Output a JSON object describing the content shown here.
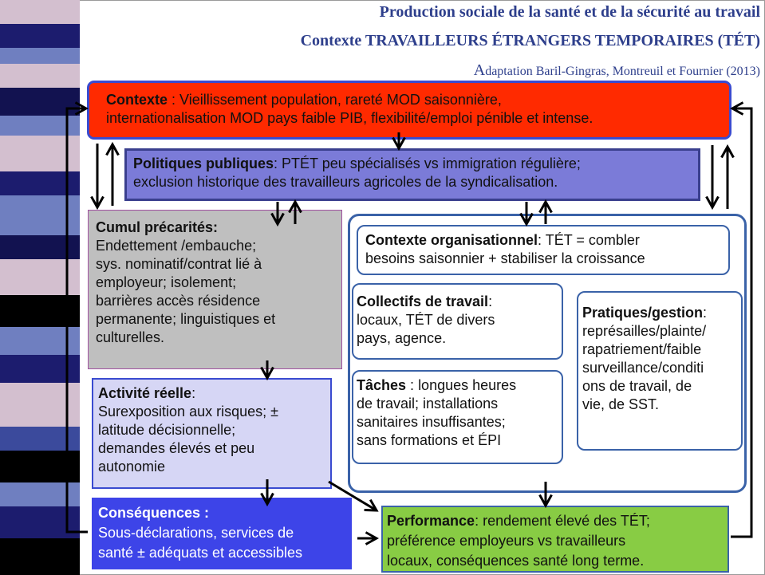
{
  "title": {
    "line1": "Production sociale de la santé et de la sécurité au travail",
    "line2": "Contexte TRAVAILLEURS ÉTRANGERS TEMPORAIRES (TÉT)",
    "source_initial": "A",
    "source_rest": "daptation Baril-Gingras, Montreuil et Fournier (2013)"
  },
  "contexte": {
    "label": "Contexte",
    "sep": " : ",
    "line1": "Vieillissement population, rareté MOD saisonnière,",
    "line2": "internationalisation MOD pays faible PIB, flexibilité/emploi pénible et intense."
  },
  "politiques": {
    "label": "Politiques publiques",
    "sep": ": ",
    "line1": "PTÉT peu spécialisés vs immigration régulière;",
    "line2": "exclusion historique des travailleurs agricoles de la syndicalisation."
  },
  "cumul": {
    "label": "Cumul précarités:",
    "lines": [
      "Endettement /embauche;",
      "sys. nominatif/contrat lié à",
      "employeur; isolement;",
      "barrières accès résidence",
      "permanente; linguistiques et",
      "culturelles."
    ]
  },
  "activite": {
    "label": "Activité réelle",
    "sep": ":",
    "lines": [
      "Surexposition aux risques; ±",
      "latitude décisionnelle;",
      "demandes élevés et peu",
      "autonomie"
    ]
  },
  "consequences": {
    "label": "Conséquences :",
    "lines": [
      "Sous-déclarations, services de",
      "santé ± adéquats et accessibles"
    ]
  },
  "organisationnel": {
    "label": "Contexte organisationnel",
    "sep": ": ",
    "line1": "TÉT = combler",
    "line2": "besoins saisonnier + stabiliser la croissance"
  },
  "collectifs": {
    "label": "Collectifs de travail",
    "sep": ":",
    "lines": [
      "locaux, TÉT de divers",
      "pays, agence."
    ]
  },
  "taches": {
    "label": "Tâches",
    "sep": " : ",
    "line1": "longues heures",
    "lines": [
      "de travail; installations",
      "sanitaires insuffisantes;",
      "sans formations et ÉPI"
    ]
  },
  "pratiques": {
    "label": "Pratiques/gestion",
    "sep": ":",
    "lines": [
      "représailles/plainte/",
      "rapatriement/faible",
      "surveillance/conditi",
      "ons de travail, de",
      "vie, de SST."
    ]
  },
  "performance": {
    "label": "Performance",
    "sep": ": ",
    "line1": "rendement élevé des TÉT;",
    "lines": [
      "préférence employeurs vs travailleurs",
      "locaux, conséquences santé long terme."
    ]
  },
  "colors": {
    "title": "#2e3f8c",
    "contexte_fill": "#ff2a00",
    "contexte_border": "#3a4bd0",
    "politiques_fill": "#7b7bd8",
    "cumul_fill": "#bfbfbf",
    "activite_fill": "#d6d6f5",
    "consequences_fill": "#3d44e8",
    "performance_fill": "#88cc44",
    "container_border": "#3a62a8"
  }
}
